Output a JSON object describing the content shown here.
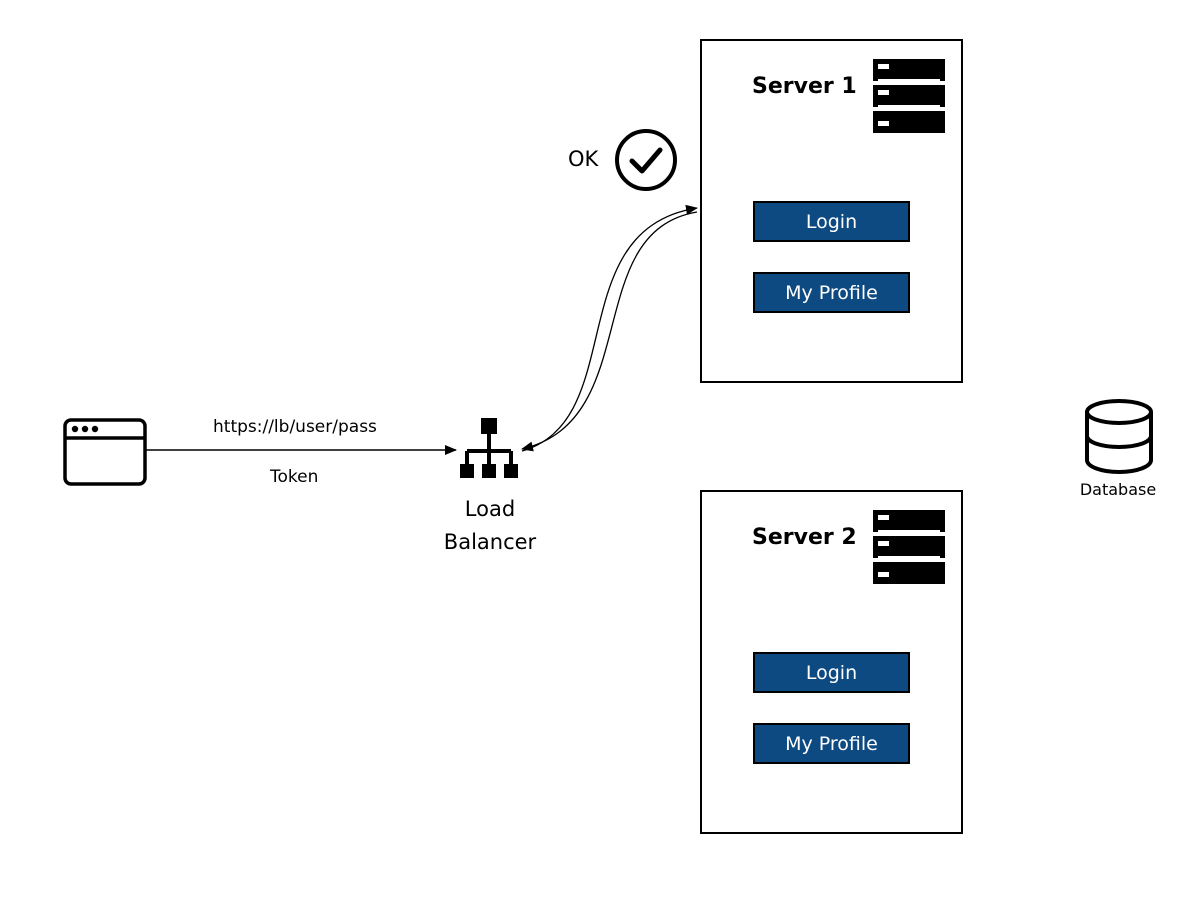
{
  "client": {
    "icon": "browser-window-icon"
  },
  "connection": {
    "request_label": "https://lb/user/pass",
    "response_label": "Token"
  },
  "load_balancer": {
    "icon": "load-balancer-icon",
    "label_line1": "Load",
    "label_line2": "Balancer"
  },
  "status": {
    "label": "OK",
    "icon": "check-circle-icon"
  },
  "servers": [
    {
      "title": "Server 1",
      "icon": "server-rack-icon",
      "buttons": [
        "Login",
        "My Profile"
      ]
    },
    {
      "title": "Server 2",
      "icon": "server-rack-icon",
      "buttons": [
        "Login",
        "My Profile"
      ]
    }
  ],
  "database": {
    "label": "Database",
    "icon": "database-icon"
  },
  "colors": {
    "button_fill": "#0d4a82",
    "button_text": "#ffffff",
    "stroke": "#000000"
  }
}
